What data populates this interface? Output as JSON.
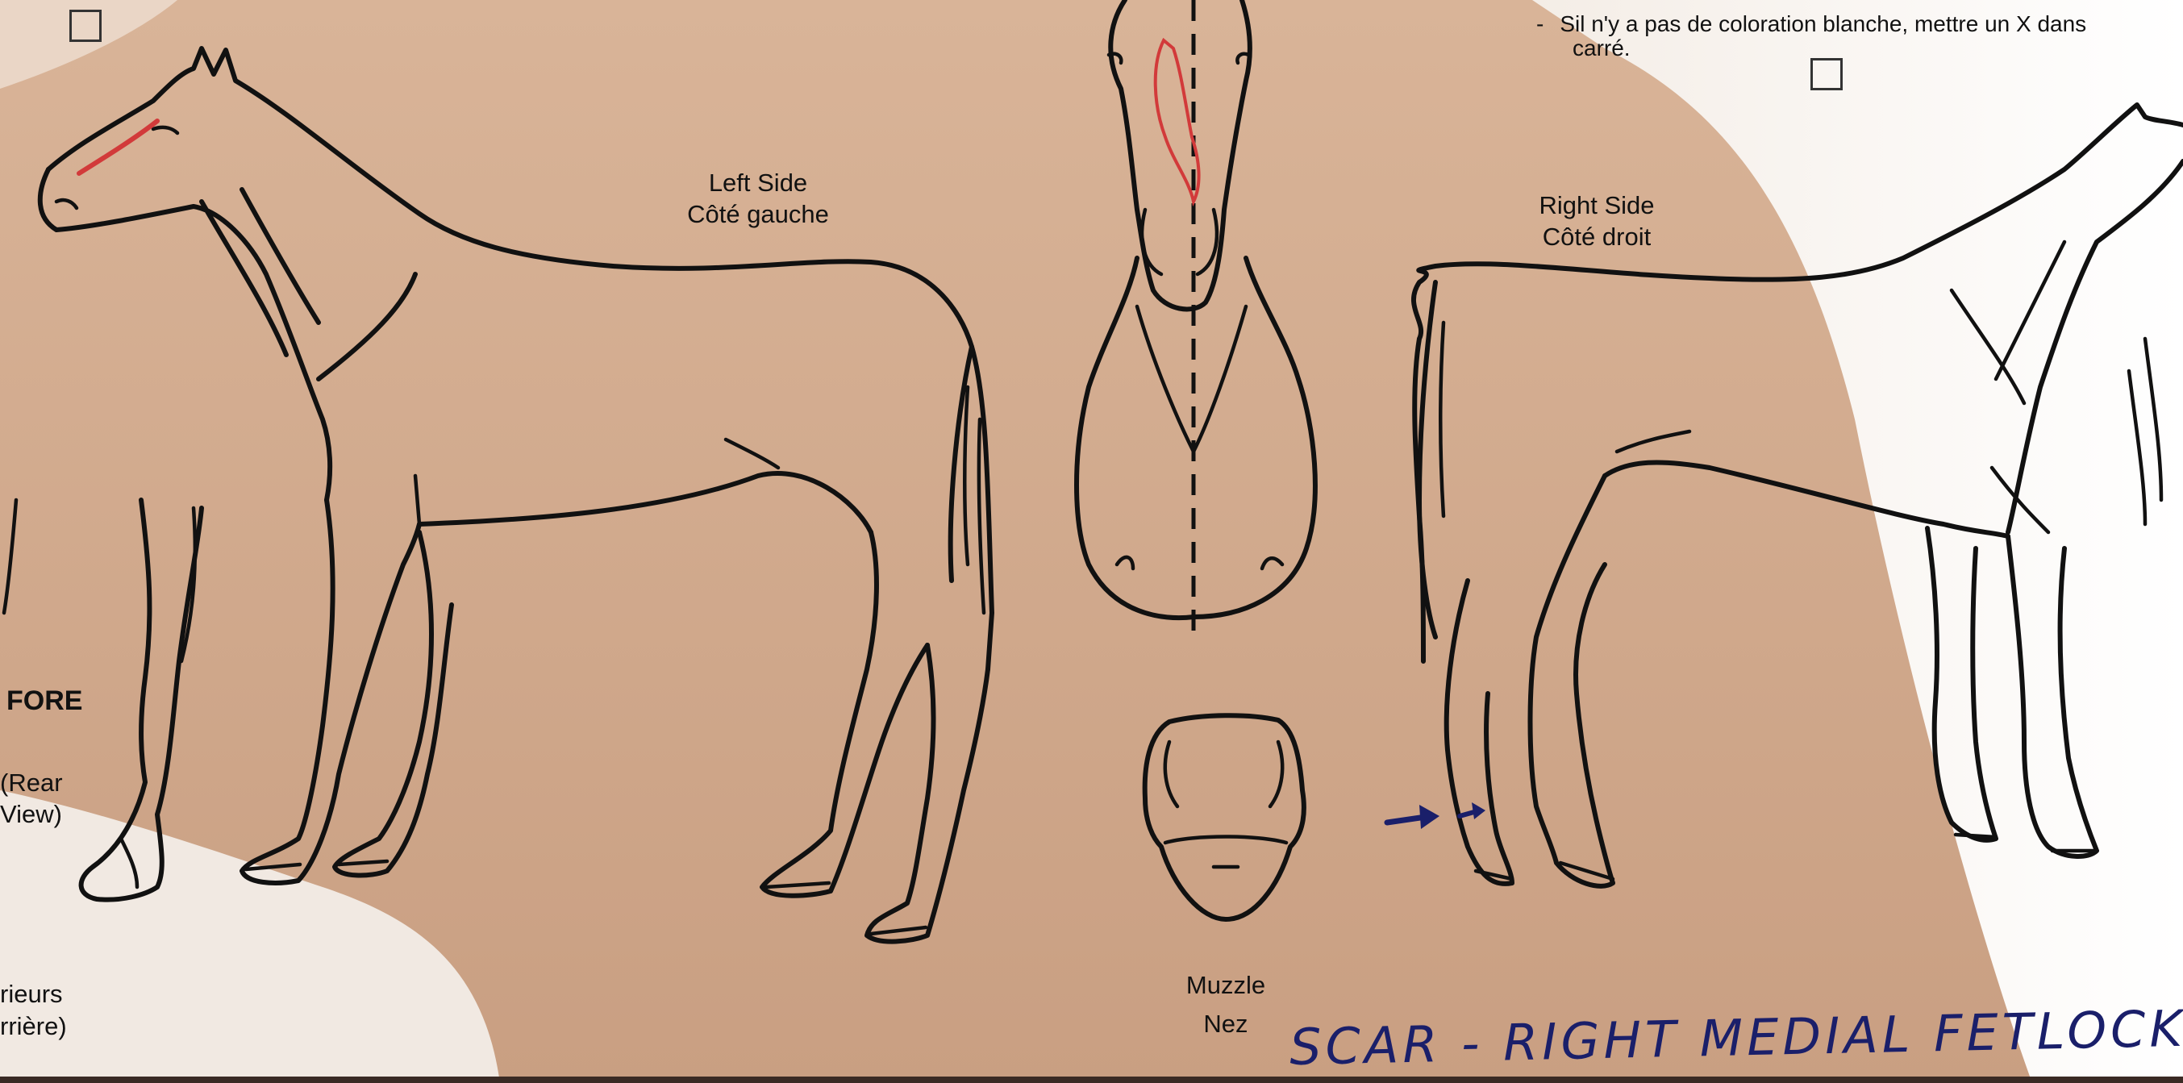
{
  "form_note": {
    "line1": "Sil n'y a pas de coloration blanche, mettre un X dans",
    "line2": "carré."
  },
  "views": {
    "left_side_en": "Left Side",
    "left_side_fr": "Côté gauche",
    "right_side_en": "Right Side",
    "right_side_fr": "Côté droit",
    "muzzle_en": "Muzzle",
    "muzzle_fr": "Nez"
  },
  "legs": {
    "fore": "FORE",
    "rear_view_1": "(Rear",
    "rear_view_2": "View)",
    "posterieurs": "rieurs",
    "arriere": "rrière)"
  },
  "handwritten_note": "SCAR - RIGHT MEDIAL FETLOCK AS S",
  "colors": {
    "paper": "#cfa98d",
    "ink": "#111111",
    "red_marking": "#d23a3a",
    "pen_blue": "#1a1f6a"
  }
}
